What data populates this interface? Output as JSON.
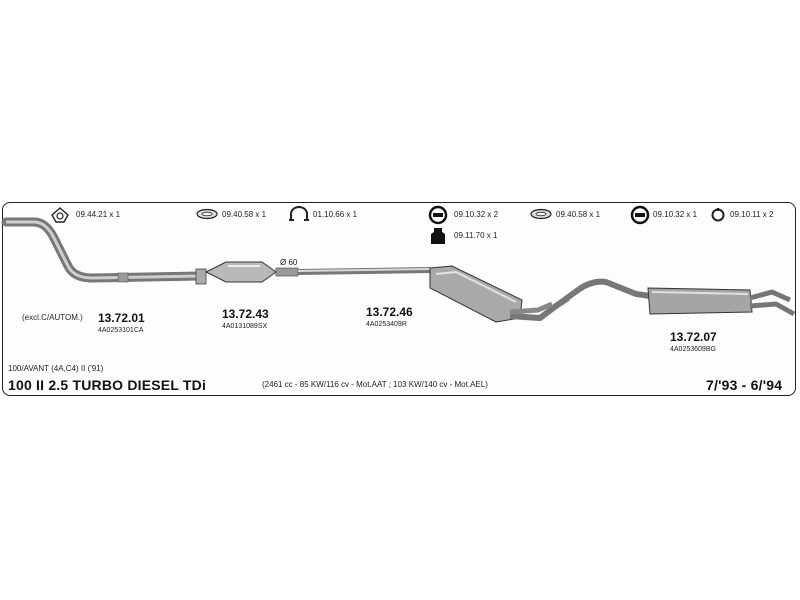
{
  "hardware": [
    {
      "icon": "hanger-clamp-icon",
      "label": "09.44.21 x 1"
    },
    {
      "icon": "gasket-ring-icon",
      "label": "09.40.58 x 1"
    },
    {
      "icon": "u-clamp-icon",
      "label": "01.10.66 x 1"
    },
    {
      "icon": "rubber-mount-icon",
      "label": "09.10.32 x 2"
    },
    {
      "icon": "gasket-ring-icon",
      "label": "09.40.58 x 1"
    },
    {
      "icon": "rubber-mount-icon",
      "label": "09.10.32 x 1"
    },
    {
      "icon": "ring-clamp-icon",
      "label": "09.10.11 x 2"
    },
    {
      "icon": "rubber-bushing-icon",
      "label": "09.11.70 x 1"
    }
  ],
  "parts": [
    {
      "note": "(excl.C/AUTOM.)",
      "number": "13.72.01",
      "oem": "4A0253101CA"
    },
    {
      "number": "13.72.43",
      "oem": "4A0131089SX"
    },
    {
      "number": "13.72.46",
      "oem": "4A0253409R"
    },
    {
      "number": "13.72.07",
      "oem": "4A0253609BG"
    }
  ],
  "diameter_label": "Ø 60",
  "vehicle": {
    "model_line": "100/AVANT (4A,C4) II ('91)",
    "title": "100  II  2.5 TURBO DIESEL TDi",
    "engine": "(2461 cc  - 85 KW/116 cv - Mot.AAT ; 103 KW/140 cv - Mot.AEL)",
    "years": "7/'93 - 6/'94"
  }
}
